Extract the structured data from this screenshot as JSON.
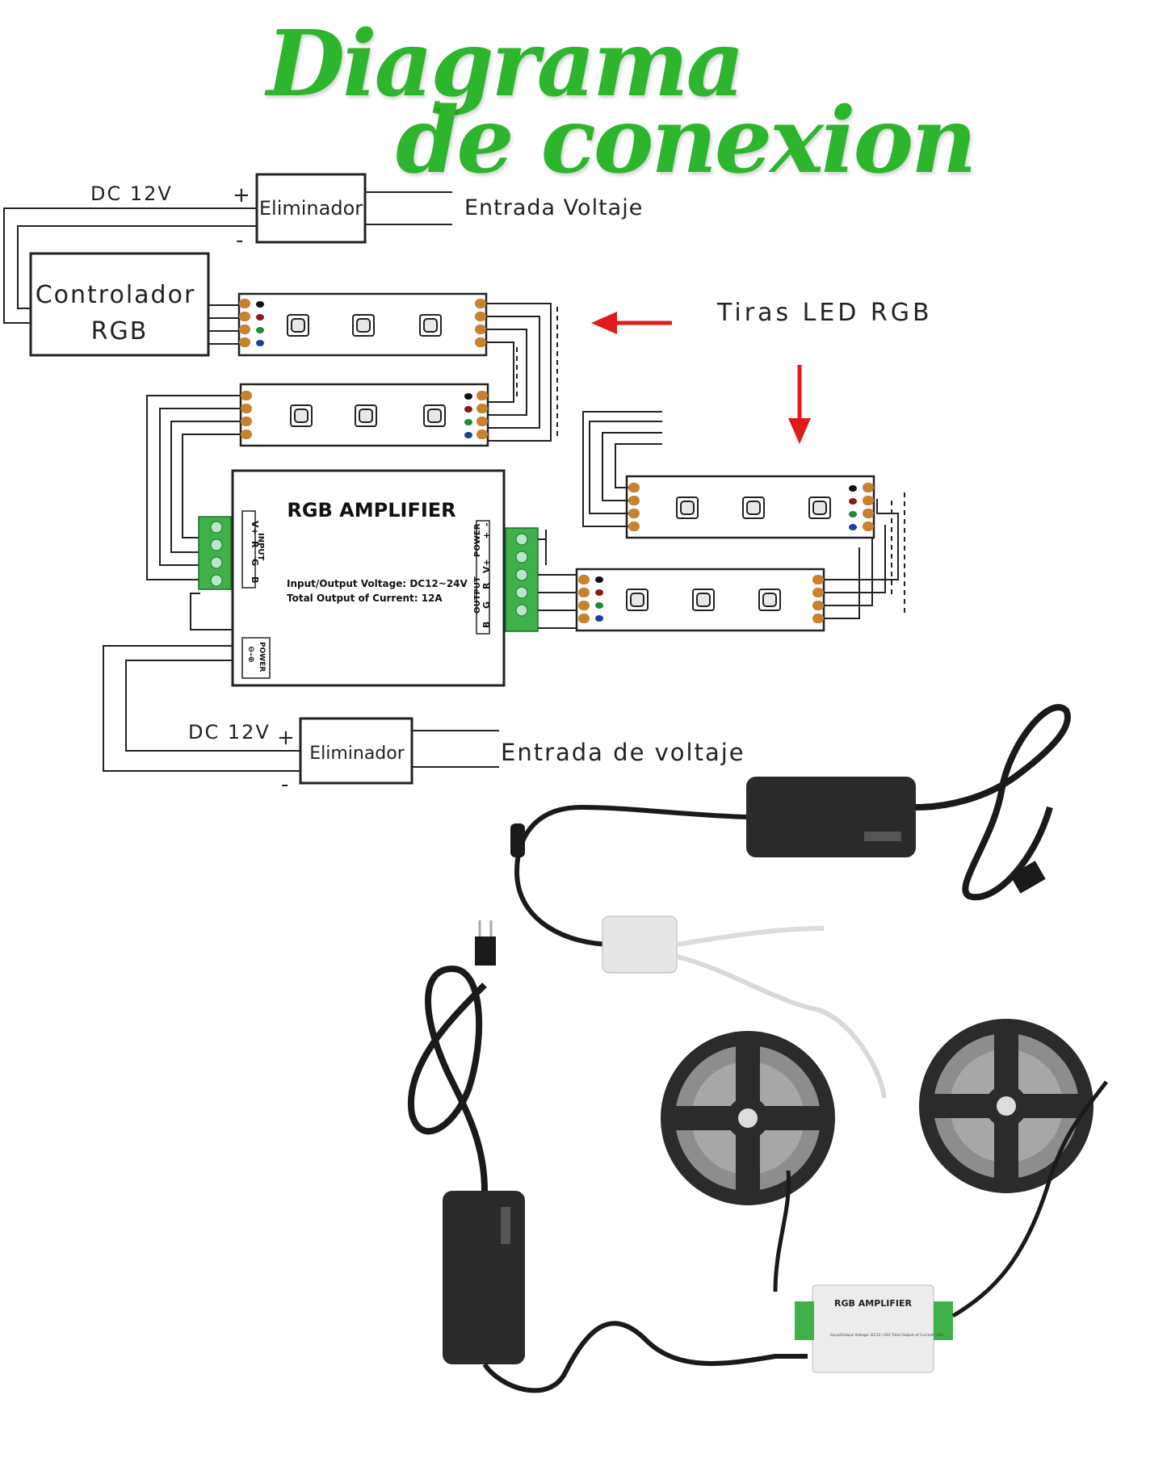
{
  "title": {
    "line1": "Diagrama",
    "line2": "de conexion"
  },
  "top_supply": {
    "dc_label": "DC 12V",
    "plus": "+",
    "minus": "-",
    "box_label": "Eliminador",
    "input_label": "Entrada Voltaje"
  },
  "controller": {
    "line1": "Controlador",
    "line2": "RGB"
  },
  "strips_label": "Tiras LED RGB",
  "amplifier": {
    "title": "RGB AMPLIFIER",
    "voltage_text": "Input/Output Voltage: DC12~24V",
    "current_text": "Total Output of Current: 12A",
    "input_header": "INPUT",
    "input_pins": [
      "V+",
      "R",
      "G",
      "B"
    ],
    "power_header": "POWER",
    "power_pins": [
      "+",
      "-"
    ],
    "output_header": "OUTPUT",
    "output_pins": [
      "V+",
      "R",
      "G",
      "B"
    ],
    "power_in_label": "POWER"
  },
  "bottom_supply": {
    "dc_label": "DC 12V",
    "plus": "+",
    "minus": "-",
    "box_label": "Eliminador",
    "input_label": "Entrada de voltaje"
  },
  "photo": {
    "amp_label": "RGB AMPLIFIER",
    "amp_small": "Input/Output Voltage: DC12~24V  Total Output of Current: 12A"
  },
  "colors": {
    "title_green": "#2db52d",
    "arrow_red": "#e0191b",
    "terminal_green": "#3fb04a",
    "pad_orange": "#c8812f"
  }
}
